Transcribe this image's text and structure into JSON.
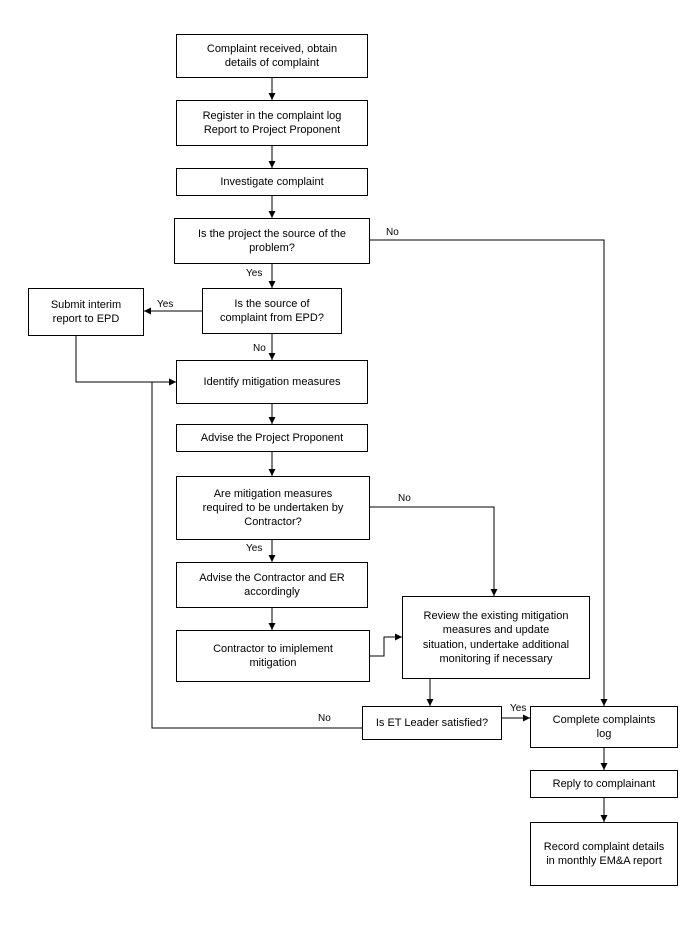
{
  "nodes": {
    "received": "Complaint received, obtain\ndetails of complaint",
    "register": "Register in the complaint log\nReport to Project Proponent",
    "investigate": "Investigate complaint",
    "is_source": "Is the project the source of the\nproblem?",
    "is_epd": "Is the source of\ncomplaint from EPD?",
    "submit_interim": "Submit interim\nreport to EPD",
    "identify": "Identify mitigation measures",
    "advise_pp": "Advise the Project Proponent",
    "are_required": "Are mitigation measures\nrequired to be undertaken by\nContractor?",
    "advise_contractor": "Advise the Contractor and ER\naccordingly",
    "contractor_implement": "Contractor to imiplement\nmitigation",
    "review": "Review the existing mitigation\nmeasures and update\nsituation, undertake additional\nmonitoring if necessary",
    "et_satisfied": "Is ET Leader satisfied?",
    "complete_log": "Complete complaints\nlog",
    "reply": "Reply to complainant",
    "record": "Record complaint details\nin monthly EM&A report"
  },
  "labels": {
    "no_source": "No",
    "yes_source": "Yes",
    "yes_epd": "Yes",
    "no_epd": "No",
    "no_required": "No",
    "yes_required": "Yes",
    "no_satisfied": "No",
    "yes_satisfied": "Yes"
  },
  "colors": {
    "line": "#000000",
    "background": "#ffffff"
  }
}
